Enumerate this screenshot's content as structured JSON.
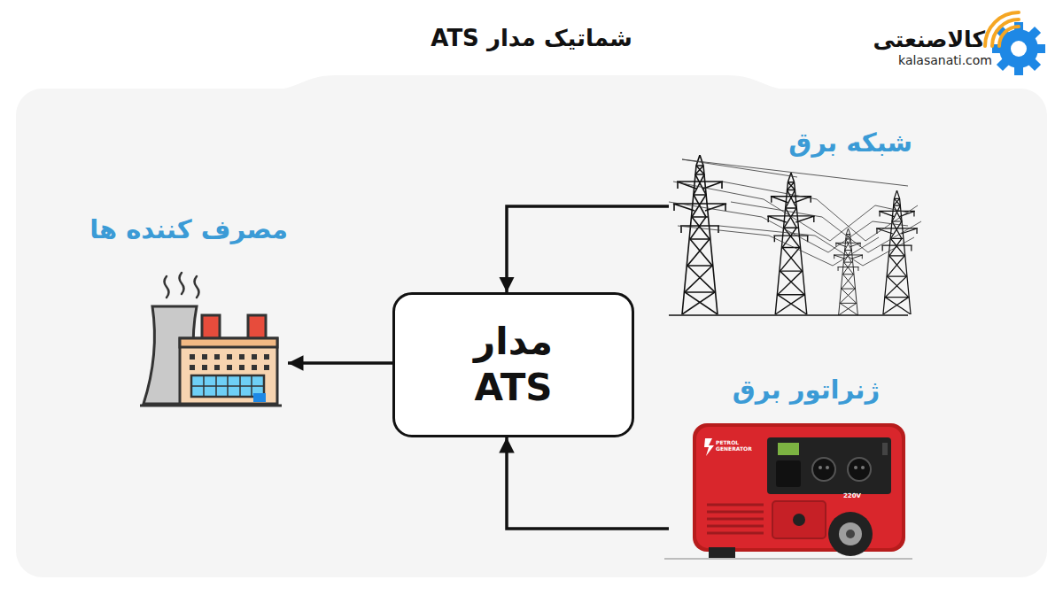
{
  "diagram": {
    "title": "شماتیک مدار ATS",
    "nodes": [
      {
        "text": [
          "شبکه برق"
        ]
      },
      {
        "text": [
          "مصرف کننده ها"
        ]
      },
      {
        "text": [
          "مدار ATS"
        ]
      },
      {
        "text": [
          "ژنراتور برق"
        ]
      }
    ],
    "edges": [
      {
        "from": 0,
        "to": 2,
        "arrow": "to"
      },
      {
        "from": 3,
        "to": 2,
        "arrow": "to"
      },
      {
        "from": 2,
        "to": 1,
        "arrow": "to"
      }
    ],
    "labels": [
      "کالاصنعتی",
      "kalasanati.com",
      "PETROL GENERATOR",
      "220V"
    ]
  }
}
